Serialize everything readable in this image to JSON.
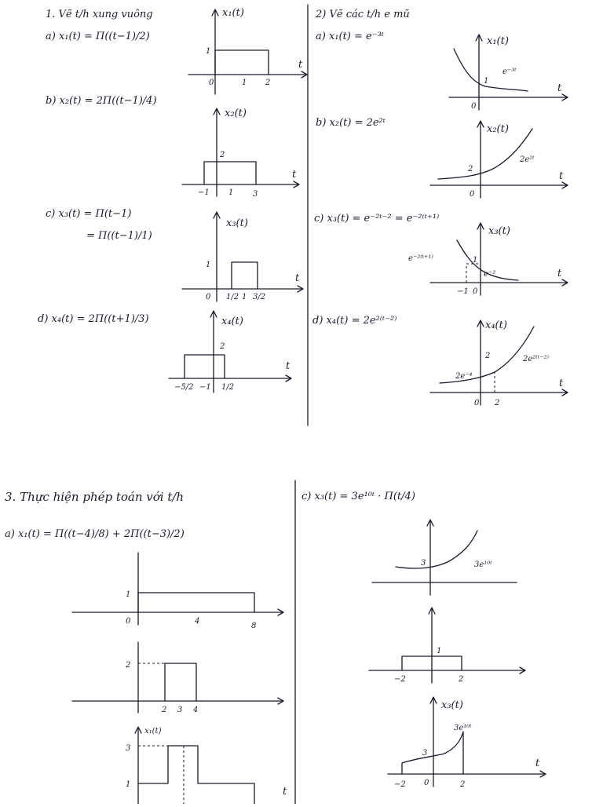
{
  "top": {
    "left_heading": "1. Vẽ t/h xung vuông",
    "right_heading": "2) Vẽ các t/h e mũ",
    "left": [
      {
        "expr": "a) x₁(t) = Π((t−1)/2)",
        "ylabel": "x₁(t)",
        "height": "1",
        "ticks": [
          "0",
          "1",
          "2"
        ],
        "t": "t"
      },
      {
        "expr": "b) x₂(t) = 2Π((t−1)/4)",
        "ylabel": "x₂(t)",
        "height": "2",
        "ticks": [
          "−1",
          "1",
          "3"
        ],
        "t": "t"
      },
      {
        "expr": "c) x₃(t) = Π(t−1)",
        "expr2": "= Π((t−1)/1)",
        "ylabel": "x₃(t)",
        "height": "1",
        "ticks": [
          "0",
          "1/2",
          "1",
          "3/2"
        ],
        "t": "t"
      },
      {
        "expr": "d) x₄(t) = 2Π((t+1)/3)",
        "ylabel": "x₄(t)",
        "height": "2",
        "ticks": [
          "−5/2",
          "−1",
          "1/2"
        ],
        "t": "t"
      }
    ],
    "right": [
      {
        "expr": "a) x₁(t) = e⁻³ᵗ",
        "ylabel": "x₁(t)",
        "curve_label": "e⁻³ᵗ",
        "point": "1",
        "origin": "0",
        "t": "t"
      },
      {
        "expr": "b) x₂(t) = 2e²ᵗ",
        "ylabel": "x₂(t)",
        "curve_label": "2e²ᵗ",
        "point": "2",
        "origin": "0",
        "t": "t"
      },
      {
        "expr": "c) x₃(t) = e⁻²ᵗ⁻² = e⁻²⁽ᵗ⁺¹⁾",
        "ylabel": "x₃(t)",
        "curve_label": "e⁻²⁽ᵗ⁺¹⁾",
        "point": "1",
        "point2": "e⁻²",
        "ticks": [
          "−1",
          "0"
        ],
        "t": "t"
      },
      {
        "expr": "d) x₄(t) = 2e²⁽ᵗ⁻²⁾",
        "ylabel": "x₄(t)",
        "curve_label": "2e²⁽ᵗ⁻²⁾",
        "point": "2",
        "point2": "2e⁻⁴",
        "ticks": [
          "0",
          "2"
        ],
        "t": "t"
      }
    ]
  },
  "bottom": {
    "left_heading": "3. Thực hiện phép toán với t/h",
    "left_expr": "a) x₁(t) = Π((t−4)/8) + 2Π((t−3)/2)",
    "left_plots": [
      {
        "height": "1",
        "ticks": [
          "0",
          "4",
          "8"
        ]
      },
      {
        "height": "2",
        "ticks": [
          "2",
          "3",
          "4"
        ]
      },
      {
        "ylabel": "x₁(t)",
        "heights": [
          "3",
          "1"
        ],
        "t": "t"
      }
    ],
    "right_expr": "c) x₃(t) = 3e¹⁰ᵗ · Π(t/4)",
    "right_plots": [
      {
        "point": "3",
        "curve_label": "3e¹⁰ᵗ"
      },
      {
        "height": "1",
        "ticks": [
          "−2",
          "2"
        ]
      },
      {
        "ylabel": "x₃(t)",
        "point": "3",
        "curve_label": "3e¹⁰ᵗ",
        "ticks": [
          "−2",
          "0",
          "2"
        ],
        "t": "t"
      }
    ]
  }
}
